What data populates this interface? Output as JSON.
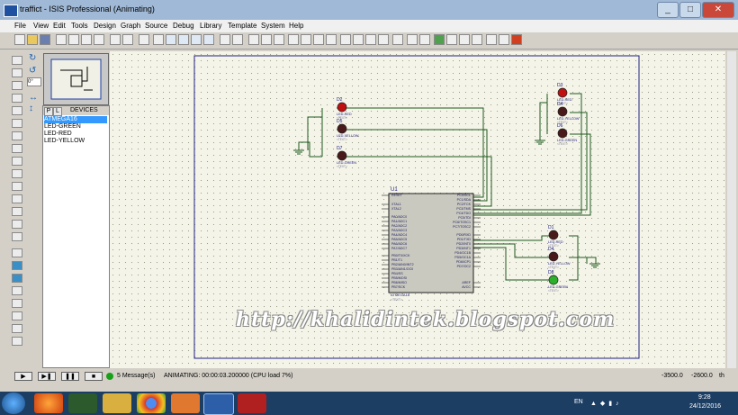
{
  "window": {
    "title": "traffict - ISIS Professional (Animating)"
  },
  "menu": [
    "File",
    "View",
    "Edit",
    "Tools",
    "Design",
    "Graph",
    "Source",
    "Debug",
    "Library",
    "Template",
    "System",
    "Help"
  ],
  "rotation": {
    "angle": "0°"
  },
  "devices": {
    "tab_p": "P",
    "tab_l": "L",
    "header": "DEVICES",
    "items": [
      "ATMEGA16",
      "LED-GREEN",
      "LED-RED",
      "LED-YELLOW"
    ],
    "selected": 0
  },
  "schematic": {
    "mcu": {
      "ref": "U1",
      "part": "ATMEGA16",
      "text_label": "<TEXT>",
      "left_pins": [
        "RESET",
        "XTAL1",
        "XTAL2",
        "PA0/ADC0",
        "PA1/ADC1",
        "PA2/ADC2",
        "PA3/ADC3",
        "PA4/ADC4",
        "PA5/ADC5",
        "PA6/ADC6",
        "PA7/ADC7",
        "PB0/T0/XCK",
        "PB1/T1",
        "PB2/AIN0/INT2",
        "PB3/AIN1/OC0",
        "PB4/SS",
        "PB5/MOSI",
        "PB6/MISO",
        "PB7/SCK"
      ],
      "right_pins_top": [
        "PC0/SCL",
        "PC1/SDA",
        "PC2/TCK",
        "PC3/TMS",
        "PC4/TDO",
        "PC5/TDI",
        "PC6/TOSC1",
        "PC7/TOSC2"
      ],
      "right_pins_mid": [
        "PD0/RXD",
        "PD1/TXD",
        "PD2/INT0",
        "PD3/INT1",
        "PD4/OC1B",
        "PD5/OC1A",
        "PD6/ICP1",
        "PD7/OC2"
      ],
      "right_pins_bot": [
        "AREF",
        "AVCC"
      ]
    },
    "leds": [
      {
        "ref": "D2",
        "part": "LED-RED",
        "text": "<TEXT>",
        "color": "#c01010",
        "on": true
      },
      {
        "ref": "D5",
        "part": "LED-YELLOW",
        "text": "<TEXT>",
        "color": "#4a1a1a",
        "on": false
      },
      {
        "ref": "D7",
        "part": "LED-GREEN",
        "text": "<TEXT>",
        "color": "#4a1a1a",
        "on": false
      },
      {
        "ref": "D3",
        "part": "LED-RED",
        "text": "<TEXT>",
        "color": "#c01010",
        "on": true
      },
      {
        "ref": "D4",
        "part": "LED-YELLOW",
        "text": "<TEXT>",
        "color": "#4a1a1a",
        "on": false
      },
      {
        "ref": "D6",
        "part": "LED-GREEN",
        "text": "<TEXT>",
        "color": "#4a1a1a",
        "on": false
      },
      {
        "ref": "D1",
        "part": "LED-RED",
        "text": "<TEXT>",
        "color": "#4a1a1a",
        "on": false
      },
      {
        "ref": "D4",
        "part": "LED-YELLOW",
        "text": "<TEXT>",
        "color": "#4a1a1a",
        "on": false
      },
      {
        "ref": "D8",
        "part": "LED-GREEN",
        "text": "<TEXT>",
        "color": "#2cb02c",
        "on": true
      }
    ]
  },
  "watermark": "http://khalidintek.blogspot.com",
  "status": {
    "play": "▶",
    "step": "▶❚",
    "pause": "❚❚",
    "stop": "■",
    "messages": "5 Message(s)",
    "animating": "ANIMATING: 00:00:03.200000 (CPU load 7%)",
    "coord_x": "-3500.0",
    "coord_y": "-2600.0",
    "units": "th"
  },
  "tray": {
    "lang": "EN",
    "time": "9:28",
    "date": "24/12/2016"
  },
  "colors": {
    "led_off": "#4a1a1a",
    "led_red_on": "#c01010",
    "led_green_on": "#2cb02c",
    "wire": "#1e5a1e",
    "mcu_fill": "#c9c9bf"
  }
}
